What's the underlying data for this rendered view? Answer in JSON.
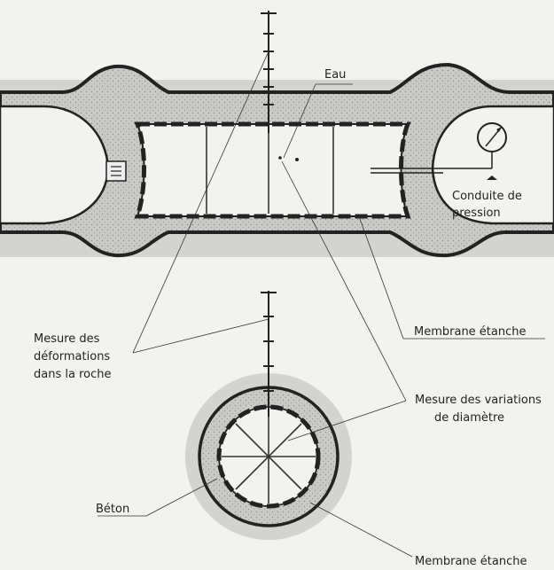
{
  "labels": {
    "eau": "Eau",
    "conduite_line1": "Conduite de",
    "conduite_line2": "pression",
    "mesure_deformations_line1": "Mesure des",
    "mesure_deformations_line2": "déformations",
    "mesure_deformations_line3": "dans la roche",
    "membrane_etanche_top": "Membrane étanche",
    "mesure_variations_line1": "Mesure des variations",
    "mesure_variations_line2": "de diamètre",
    "beton": "Béton",
    "membrane_etanche_bottom": "Membrane étanche"
  },
  "icons": {
    "pressure_gauge": "pressure-gauge-icon",
    "extensometer": "extensometer-icon"
  },
  "colors": {
    "paper": "#f2f2ee",
    "rock": "#d3d3cf",
    "concrete": "#c9c9c6",
    "ink": "#222222"
  }
}
